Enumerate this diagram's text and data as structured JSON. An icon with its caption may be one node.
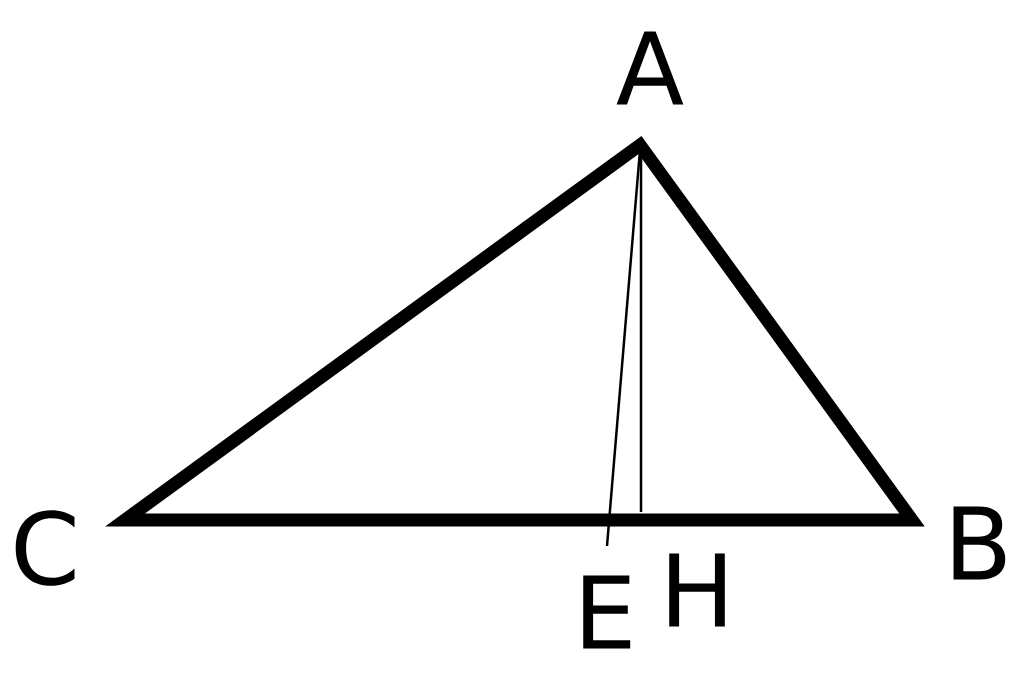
{
  "diagram": {
    "labels": [
      "A",
      "C",
      "B",
      "E",
      "H"
    ]
  }
}
